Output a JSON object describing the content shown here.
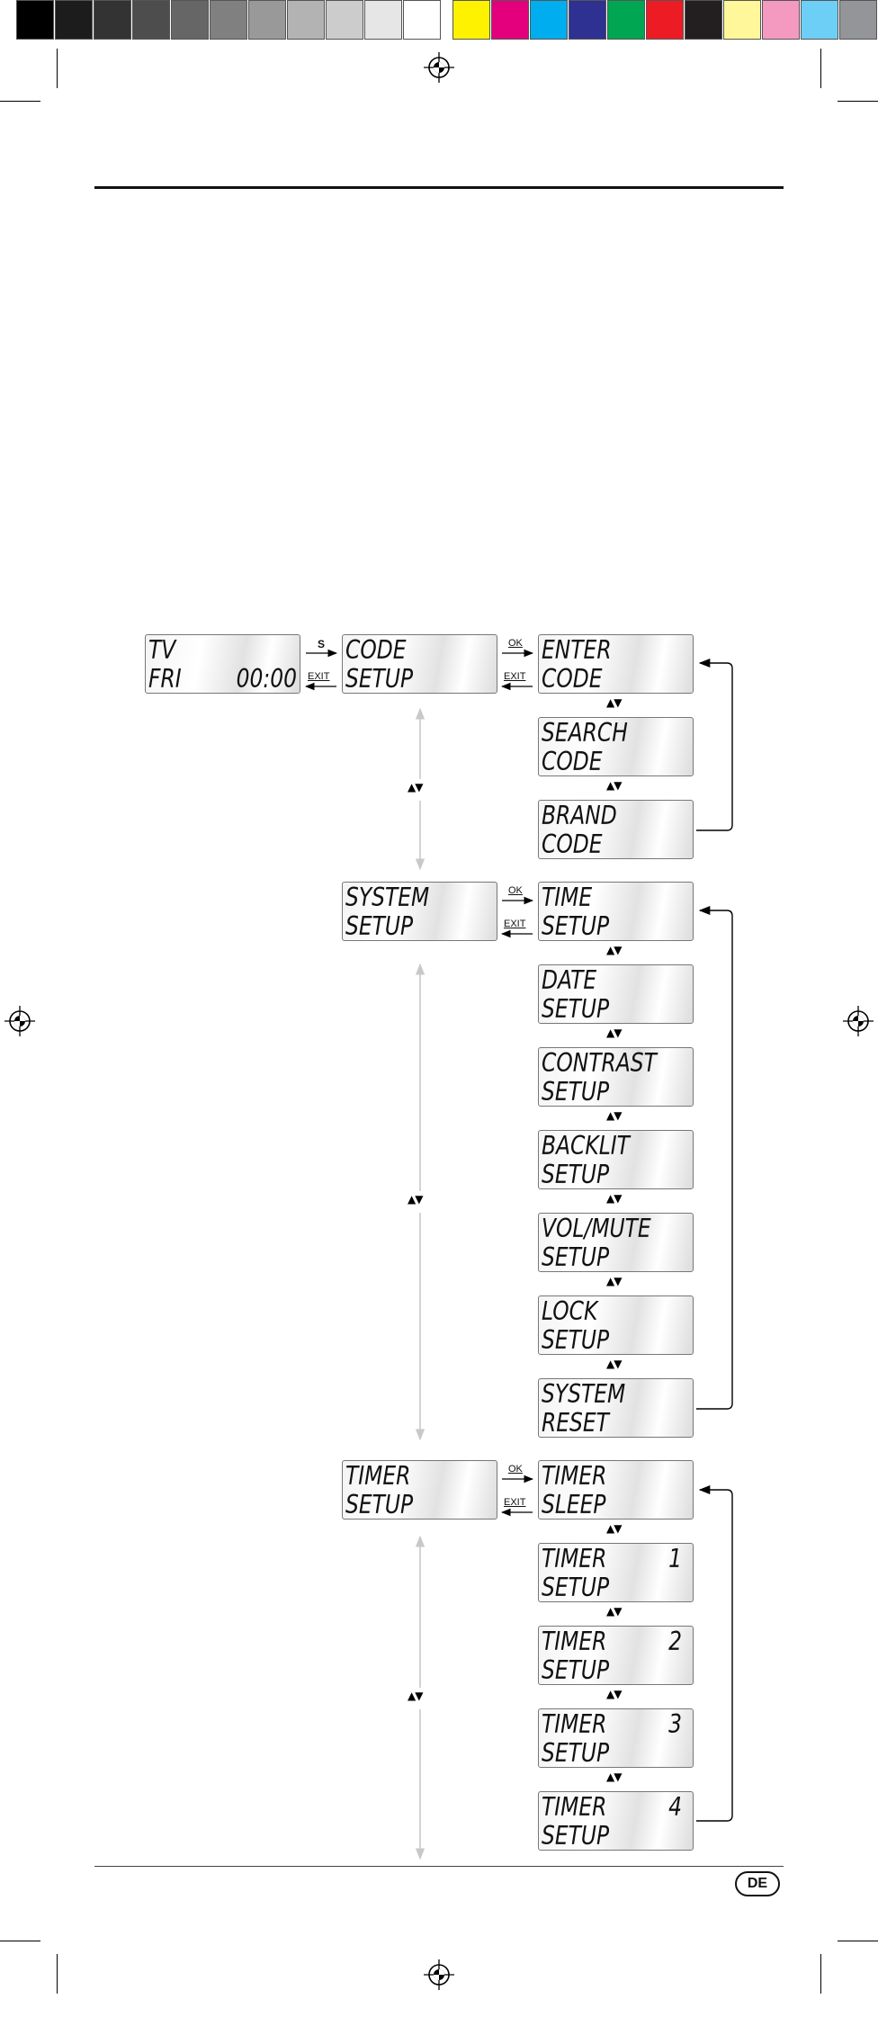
{
  "color_bar": {
    "swatches": [
      "#000000",
      "#1c1c1c",
      "#333333",
      "#4d4d4d",
      "#666666",
      "#808080",
      "#999999",
      "#b3b3b3",
      "#cccccc",
      "#e6e6e6",
      "#ffffff"
    ],
    "process": [
      "#fff200",
      "#e4007c",
      "#00adef",
      "#2e3192",
      "#00a651",
      "#ed1c24",
      "#231f20",
      "#fff799",
      "#f49ac1",
      "#6dcff6",
      "#939598"
    ]
  },
  "arrows": {
    "up_down": "▲▼"
  },
  "nav_labels": {
    "s": "S",
    "ok": "OK",
    "exit": "EXIT"
  },
  "displays": {
    "home": {
      "line1": "TV",
      "line2": "FRI",
      "time": "00:00"
    },
    "code_setup": {
      "line1": "CODE",
      "line2": "SETUP"
    },
    "enter_code": {
      "line1": "ENTER",
      "line2": "CODE"
    },
    "search_code": {
      "line1": "SEARCH",
      "line2": "CODE"
    },
    "brand_code": {
      "line1": "BRAND",
      "line2": "CODE"
    },
    "system_setup": {
      "line1": "SYSTEM",
      "line2": "SETUP"
    },
    "time_setup": {
      "line1": "TIME",
      "line2": "SETUP"
    },
    "date_setup": {
      "line1": "DATE",
      "line2": "SETUP"
    },
    "contrast_setup": {
      "line1": "CONTRAST",
      "line2": "SETUP"
    },
    "backlit_setup": {
      "line1": "BACKLIT",
      "line2": "SETUP"
    },
    "volmute_setup": {
      "line1": "VOL/MUTE",
      "line2": "SETUP"
    },
    "lock_setup": {
      "line1": "LOCK",
      "line2": "SETUP"
    },
    "system_reset": {
      "line1": "SYSTEM",
      "line2": "RESET"
    },
    "timer_setup": {
      "line1": "TIMER",
      "line2": "SETUP"
    },
    "timer_sleep": {
      "line1": "TIMER",
      "line2": "SLEEP"
    },
    "timer_1": {
      "line1": "TIMER",
      "num": "1",
      "line2": "SETUP"
    },
    "timer_2": {
      "line1": "TIMER",
      "num": "2",
      "line2": "SETUP"
    },
    "timer_3": {
      "line1": "TIMER",
      "num": "3",
      "line2": "SETUP"
    },
    "timer_4": {
      "line1": "TIMER",
      "num": "4",
      "line2": "SETUP"
    }
  },
  "footer": {
    "language": "DE"
  }
}
